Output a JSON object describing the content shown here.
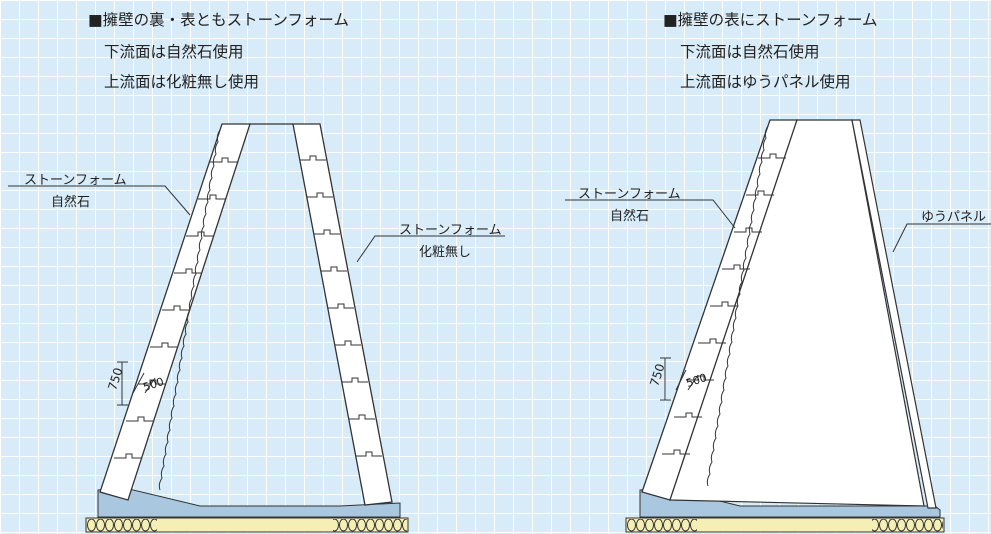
{
  "left": {
    "title": "■擁壁の裏・表ともストーンフォーム",
    "line2": "下流面は自然石使用",
    "line3": "上流面は化粧無し使用",
    "callout_face_top": "ストーンフォーム",
    "callout_face_bottom": "自然石",
    "callout_back_top": "ストーンフォーム",
    "callout_back_bottom": "化粧無し",
    "dim_height": "750",
    "dim_width": "500"
  },
  "right": {
    "title": "■擁壁の表にストーンフォーム",
    "line2": "下流面は自然石使用",
    "line3": "上流面はゆうパネル使用",
    "callout_face_top": "ストーンフォーム",
    "callout_face_bottom": "自然石",
    "callout_panel": "ゆうパネル",
    "dim_height": "750",
    "dim_width": "500"
  },
  "colors": {
    "background": "#d7ebf9",
    "grid": "#ffffff",
    "footing": "#a9c8df",
    "foundation": "#f5efb5",
    "line": "#333333"
  }
}
